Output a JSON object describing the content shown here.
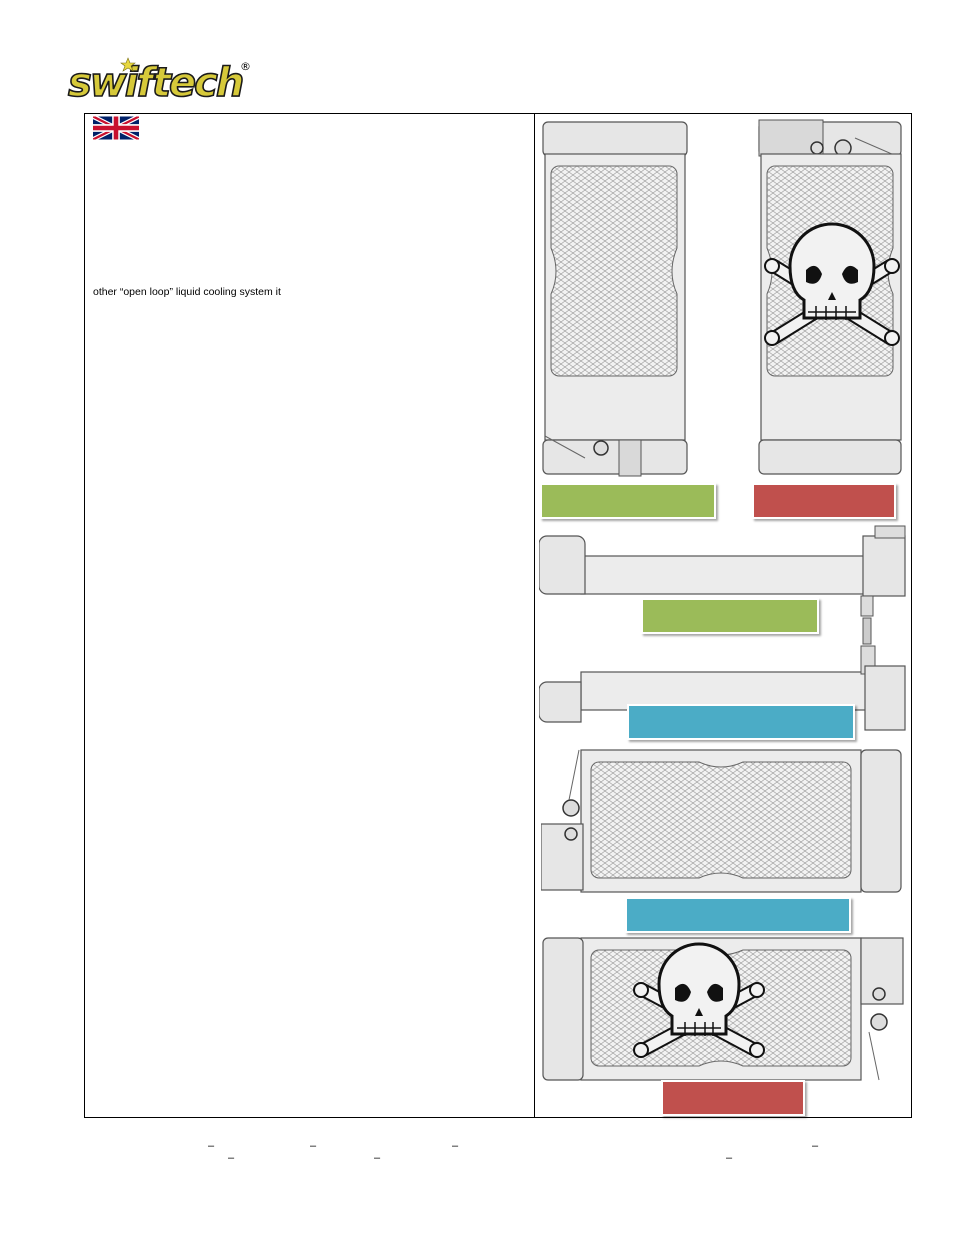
{
  "brand": {
    "logo_text": "swiftech",
    "registered_mark": "®",
    "logo_fill": "#d6c93a",
    "logo_outline": "#1a1a1a"
  },
  "content": {
    "flag_icon": "uk-flag-icon",
    "body_line": "other “open loop” liquid cooling system it"
  },
  "colors": {
    "green": "#9bbb59",
    "red": "#c0504d",
    "blue": "#4bacc6"
  },
  "figures": [
    {
      "name": "radiator-vertical-correct",
      "icon": "radiator-icon"
    },
    {
      "name": "radiator-vertical-incorrect",
      "icon": "skull-crossbones-icon"
    },
    {
      "name": "tubes-correct",
      "icon": "tube-icon"
    },
    {
      "name": "tubes-alternate",
      "icon": "tube-icon"
    },
    {
      "name": "radiator-horizontal-correct",
      "icon": "radiator-icon"
    },
    {
      "name": "radiator-horizontal-incorrect",
      "icon": "skull-crossbones-icon"
    }
  ],
  "footer": {
    "marks": [
      "–",
      "–",
      "–",
      "–",
      "–",
      "–",
      "–"
    ]
  }
}
